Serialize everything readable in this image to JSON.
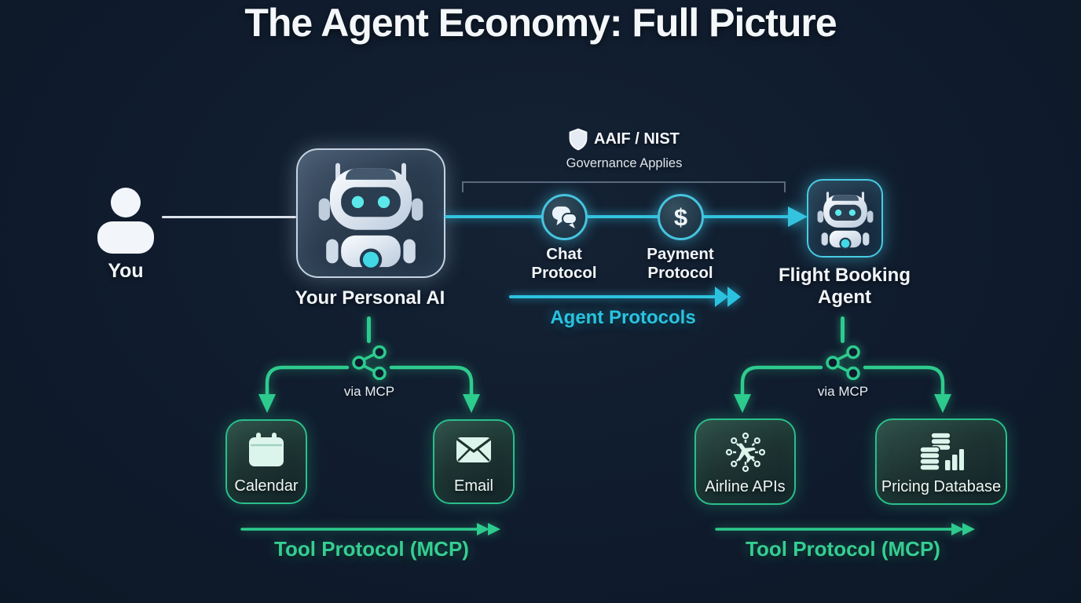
{
  "title": "The Agent Economy: Full Picture",
  "governance": {
    "title": "AAIF / NIST",
    "subtitle": "Governance Applies"
  },
  "you": {
    "label": "You"
  },
  "personal_ai": {
    "label": "Your Personal AI"
  },
  "protocols": {
    "chat": {
      "label": "Chat\nProtocol"
    },
    "payment": {
      "label": "Payment\nProtocol"
    },
    "agent_protocols_label": "Agent Protocols"
  },
  "flight_agent": {
    "label": "Flight Booking\nAgent"
  },
  "left_cluster": {
    "via_label": "via MCP",
    "tools": [
      {
        "label": "Calendar"
      },
      {
        "label": "Email"
      }
    ],
    "protocol_label": "Tool Protocol (MCP)"
  },
  "right_cluster": {
    "via_label": "via MCP",
    "tools": [
      {
        "label": "Airline APIs"
      },
      {
        "label": "Pricing Database"
      }
    ],
    "protocol_label": "Tool Protocol (MCP)"
  },
  "colors": {
    "background": "#0f1b2c",
    "cyan": "#33c3df",
    "green": "#2dcb8e"
  }
}
